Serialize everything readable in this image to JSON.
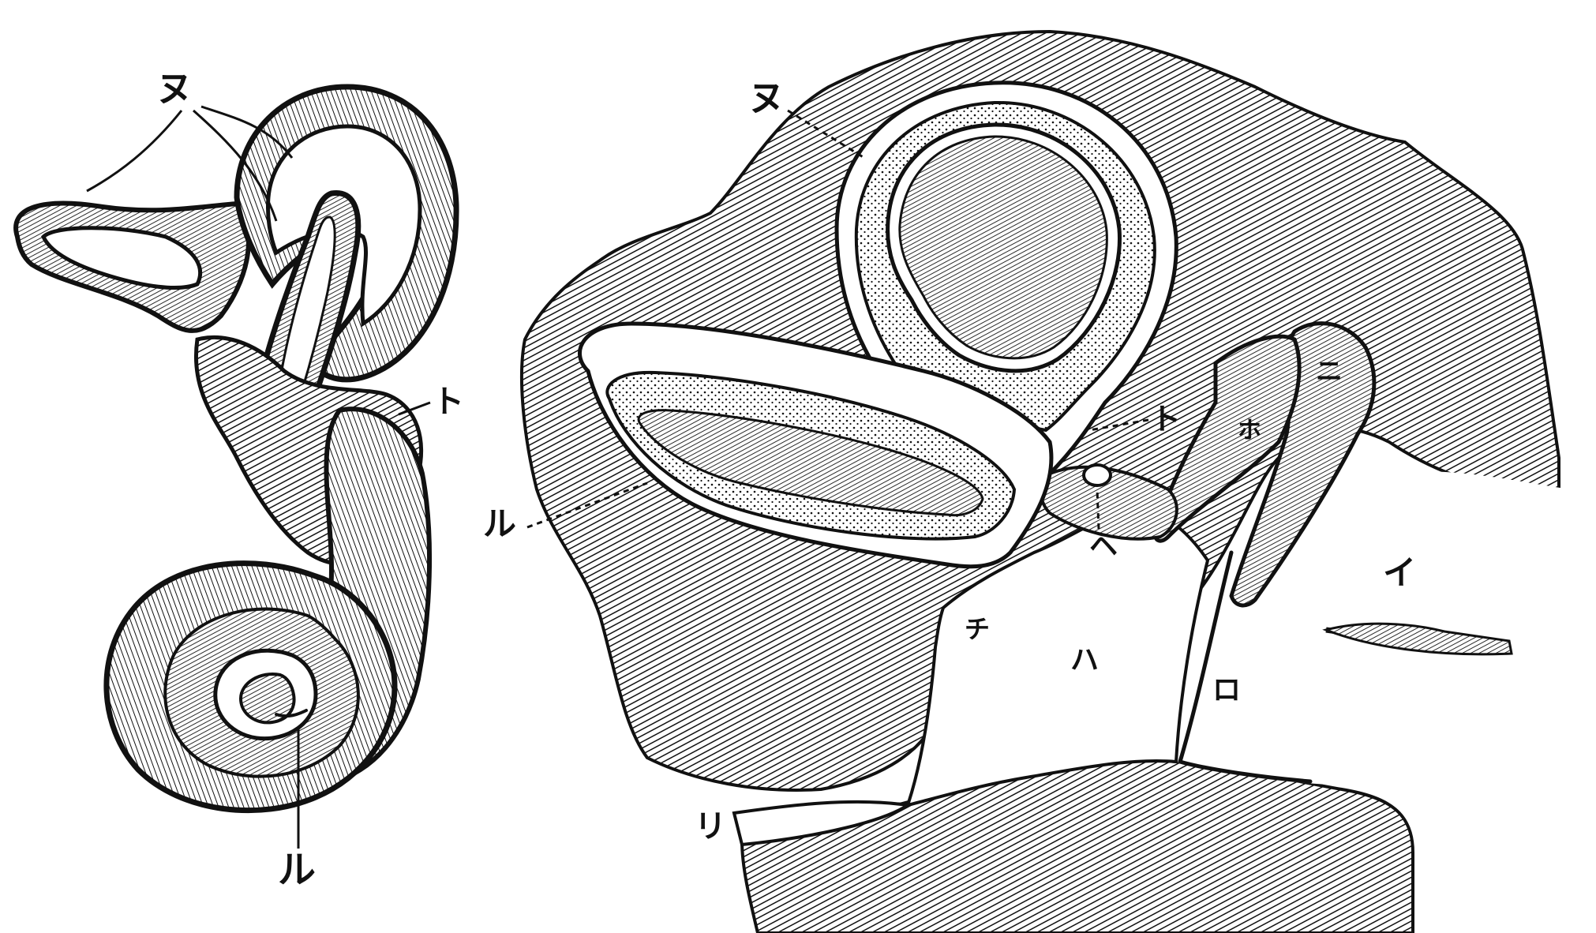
{
  "colors": {
    "ink": "#111111",
    "paper": "#ffffff"
  },
  "left_figure": {
    "labels": {
      "nu": "ヌ",
      "to": "ト",
      "ru": "ル"
    }
  },
  "right_figure": {
    "labels": {
      "nu": "ヌ",
      "to": "ト",
      "ru": "ル",
      "he": "ヘ",
      "chi": "チ",
      "ni": "ニ",
      "ho": "ホ",
      "i": "イ",
      "ha": "ハ",
      "ro": "ロ",
      "ri": "リ"
    }
  },
  "icons": {
    "sound_direction": "arrow-left-icon"
  }
}
